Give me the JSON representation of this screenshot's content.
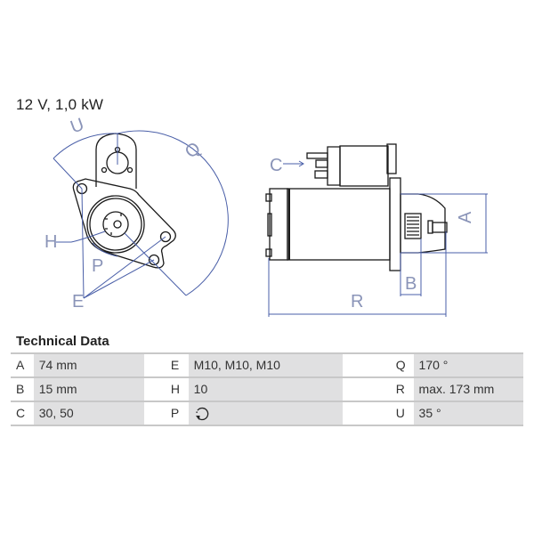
{
  "header": {
    "title": "12 V, 1,0 kW"
  },
  "diagram": {
    "front_view_labels": {
      "U": "U",
      "Q": "Q",
      "H": "H",
      "P": "P",
      "E": "E"
    },
    "side_view_labels": {
      "C": "C",
      "A": "A",
      "B": "B",
      "R": "R"
    },
    "line_color": "#1a1a1a",
    "dimension_color": "#4a5fa8"
  },
  "technical_data": {
    "title": "Technical Data",
    "rows": [
      [
        {
          "key": "A",
          "value": "74 mm"
        },
        {
          "key": "E",
          "value": "M10, M10, M10"
        },
        {
          "key": "Q",
          "value": "170 °"
        }
      ],
      [
        {
          "key": "B",
          "value": "15 mm"
        },
        {
          "key": "H",
          "value": "10"
        },
        {
          "key": "R",
          "value": "max. 173 mm"
        }
      ],
      [
        {
          "key": "C",
          "value": "30, 50"
        },
        {
          "key": "P",
          "value": "rotation-counterclockwise-icon"
        },
        {
          "key": "U",
          "value": "35 °"
        }
      ]
    ]
  },
  "colors": {
    "table_value_bg": "#e0e0e1",
    "table_border": "#c8c8c8"
  }
}
